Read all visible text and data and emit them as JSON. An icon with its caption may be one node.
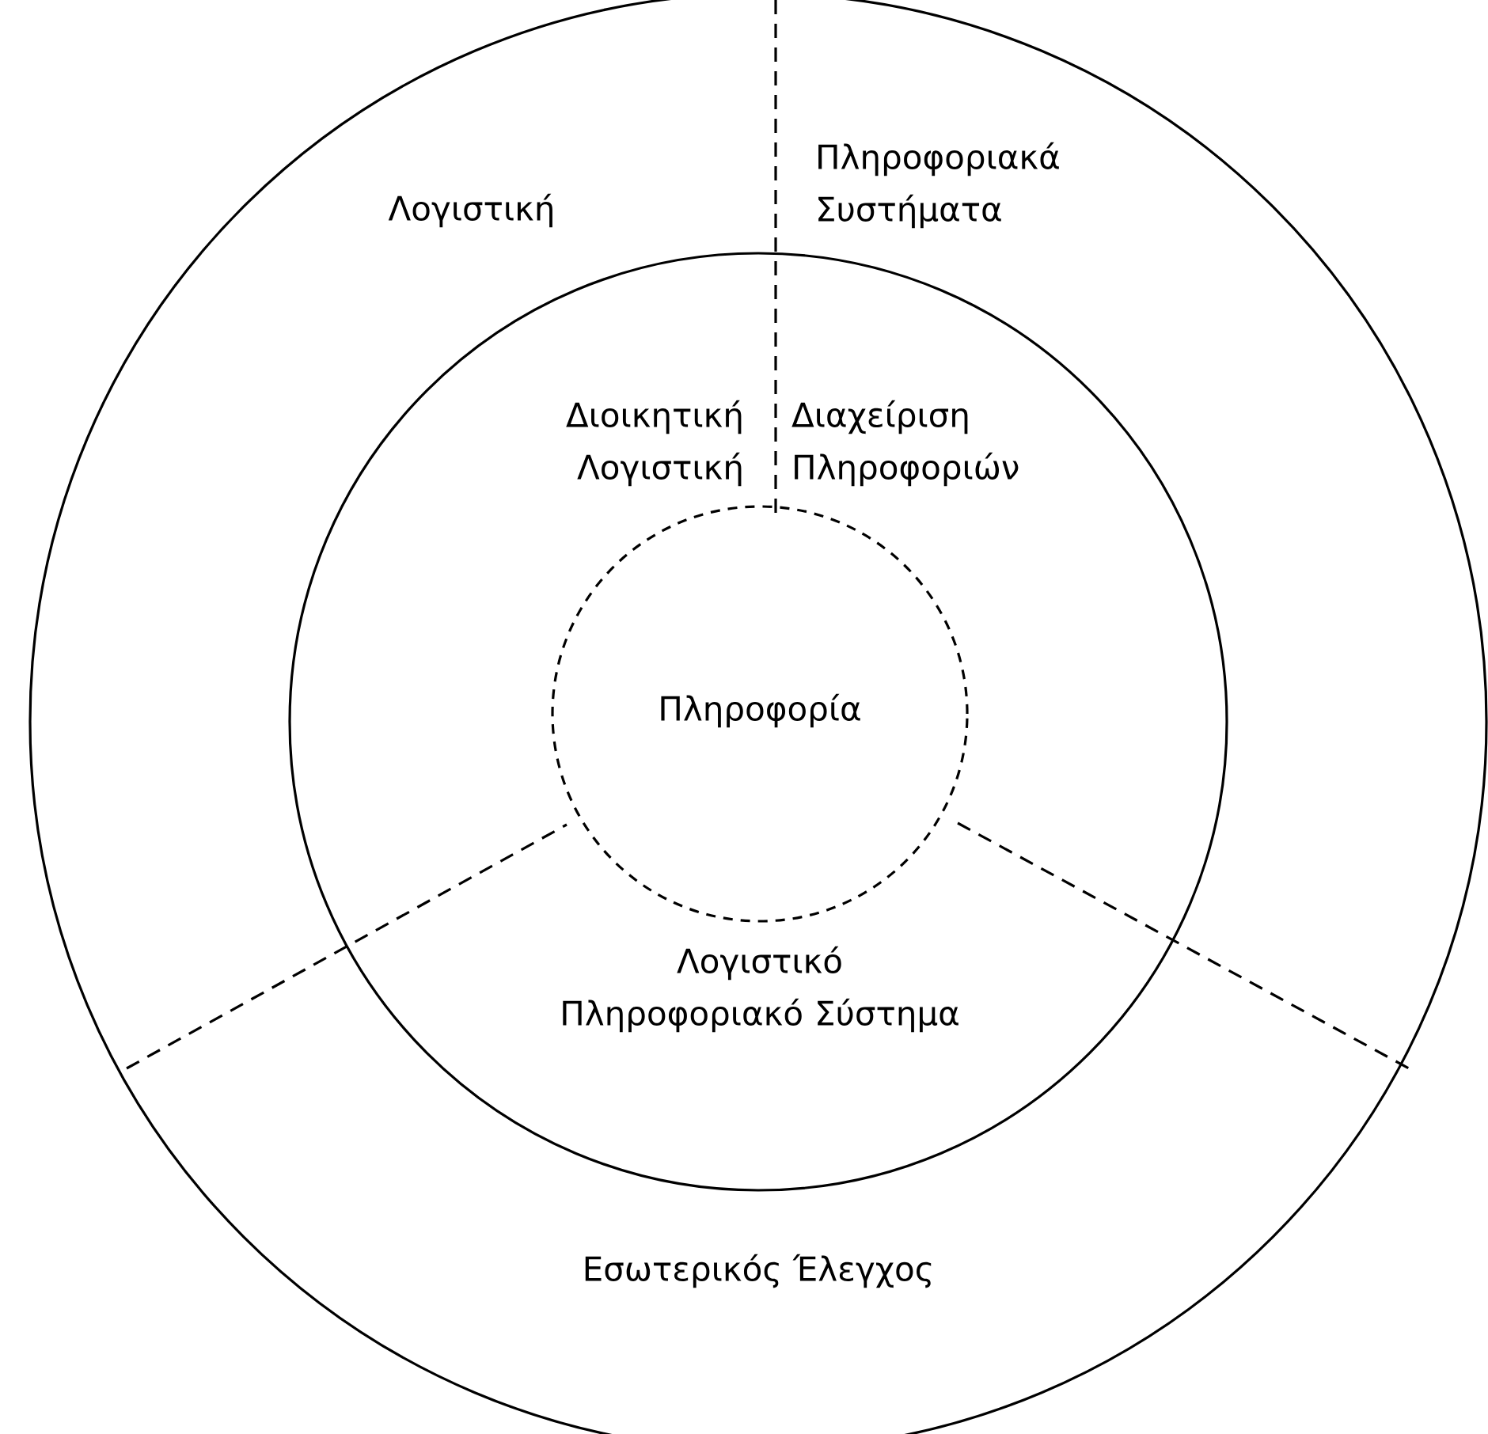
{
  "diagram": {
    "nodes": [
      {
        "text": [
          "Λογιστική",
          "Πληροφοριακά Συστήματα",
          "Εσωτερικός Έλεγχος"
        ]
      },
      {
        "text": [
          "Διοικητική Λογιστική",
          "Διαχείριση Πληροφοριών",
          "Λογιστικό Πληροφοριακό Σύστημα"
        ],
        "in": 0
      },
      {
        "text": [
          "Πληροφορία"
        ],
        "in": 1
      }
    ]
  }
}
